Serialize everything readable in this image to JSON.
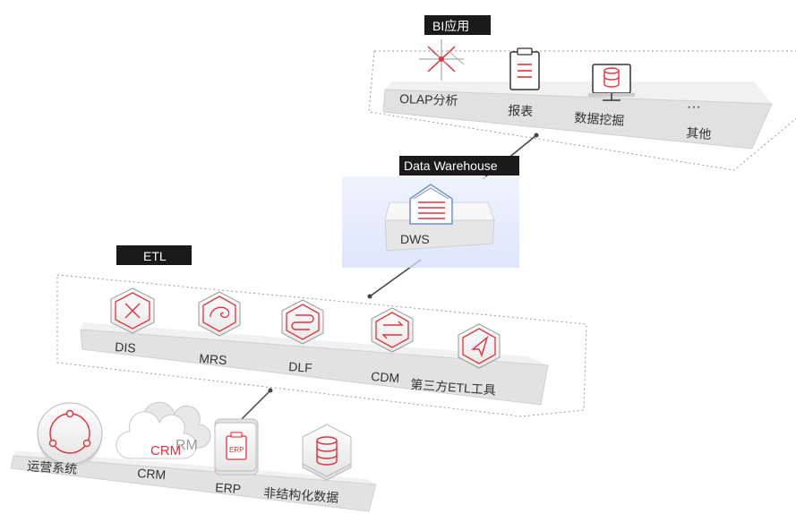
{
  "tiers": {
    "bi": {
      "tag": "BI应用",
      "items": [
        "OLAP分析",
        "报表",
        "数据挖掘",
        "其他"
      ],
      "ellipsis": "···"
    },
    "dw": {
      "tag": "Data Warehouse",
      "items": [
        "DWS"
      ]
    },
    "etl": {
      "tag": "ETL",
      "items": [
        "DIS",
        "MRS",
        "DLF",
        "CDM",
        "第三方ETL工具"
      ]
    },
    "sources": {
      "items": [
        "运营系统",
        "CRM",
        "ERP",
        "非结构化数据"
      ],
      "crm_icon_text": "CRM",
      "crm_icon_ghost": "RM",
      "erp_icon_text": "ERP"
    }
  },
  "colors": {
    "accent": "#e8303a",
    "tag_bg": "#1a1a1a",
    "dw_highlight": "#dce6fb",
    "platform_top": "#f1f1f1",
    "platform_front": "#e0e0e0"
  }
}
